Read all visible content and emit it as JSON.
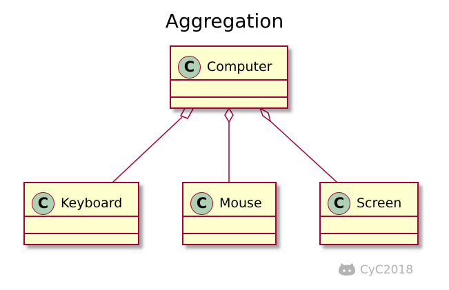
{
  "diagram": {
    "title": "Aggregation",
    "relation": "aggregation",
    "classes": [
      {
        "id": "computer",
        "name": "Computer",
        "stereotype": "C"
      },
      {
        "id": "keyboard",
        "name": "Keyboard",
        "stereotype": "C"
      },
      {
        "id": "mouse",
        "name": "Mouse",
        "stereotype": "C"
      },
      {
        "id": "screen",
        "name": "Screen",
        "stereotype": "C"
      }
    ],
    "edges": [
      {
        "from": "computer",
        "to": "keyboard",
        "type": "aggregation"
      },
      {
        "from": "computer",
        "to": "mouse",
        "type": "aggregation"
      },
      {
        "from": "computer",
        "to": "screen",
        "type": "aggregation"
      }
    ]
  },
  "watermark": {
    "icon": "github-icon",
    "text": "CyC2018"
  },
  "colors": {
    "class_fill": "#fefece",
    "border": "#a80036",
    "badge_fill": "#add1b2",
    "watermark": "#b3b3b3"
  }
}
